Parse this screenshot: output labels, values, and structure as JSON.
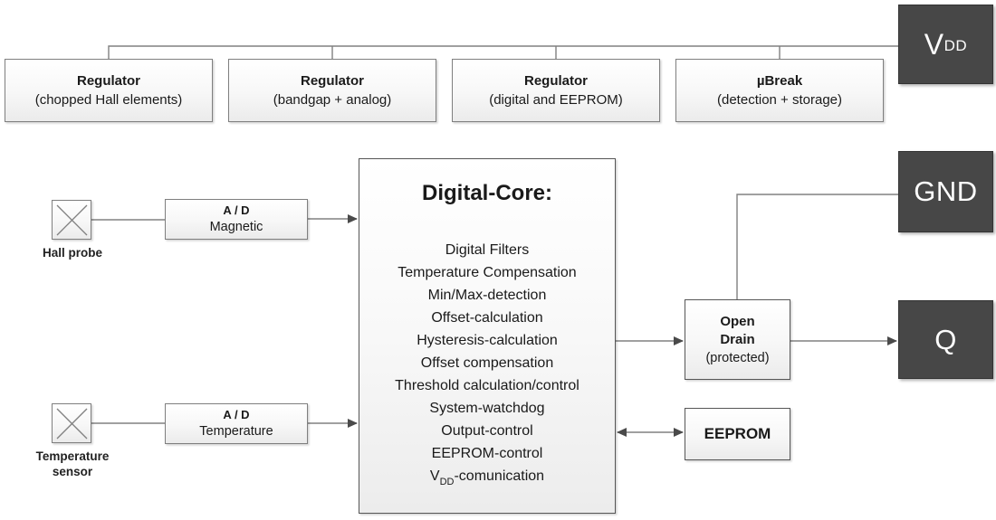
{
  "top_row": {
    "boxes": [
      {
        "title": "Regulator",
        "subtitle": "(chopped Hall elements)"
      },
      {
        "title": "Regulator",
        "subtitle": "(bandgap + analog)"
      },
      {
        "title": "Regulator",
        "subtitle": "(digital and EEPROM)"
      },
      {
        "title": "µBreak",
        "subtitle": "(detection + storage)"
      }
    ]
  },
  "pins": {
    "vdd": {
      "main": "V",
      "sub": "DD"
    },
    "gnd": "GND",
    "q": "Q"
  },
  "sensors": {
    "hall": {
      "icon": "x-cross",
      "label": "Hall probe"
    },
    "temperature": {
      "icon": "x-cross",
      "label_line1": "Temperature",
      "label_line2": "sensor"
    }
  },
  "adc": {
    "magnetic": {
      "title": "A / D",
      "subtitle": "Magnetic"
    },
    "temperature": {
      "title": "A / D",
      "subtitle": "Temperature"
    }
  },
  "digital_core": {
    "title": "Digital-Core:",
    "functions": [
      "Digital Filters",
      "Temperature Compensation",
      "Min/Max-detection",
      "Offset-calculation",
      "Hysteresis-calculation",
      "Offset compensation",
      "Threshold calculation/control",
      "System-watchdog",
      "Output-control",
      "EEPROM-control"
    ],
    "vdd_function": {
      "prefix": "V",
      "sub": "DD",
      "suffix": "-comunication"
    }
  },
  "output_stage": {
    "open_drain": {
      "line1": "Open",
      "line2": "Drain",
      "line3": "(protected)"
    },
    "eeprom": "EEPROM"
  },
  "colors": {
    "dark_box": "#474747",
    "light_box_border": "#7f7f7f",
    "core_border": "#565656",
    "wire": "#808080",
    "arrowhead": "#4a4a4a"
  }
}
